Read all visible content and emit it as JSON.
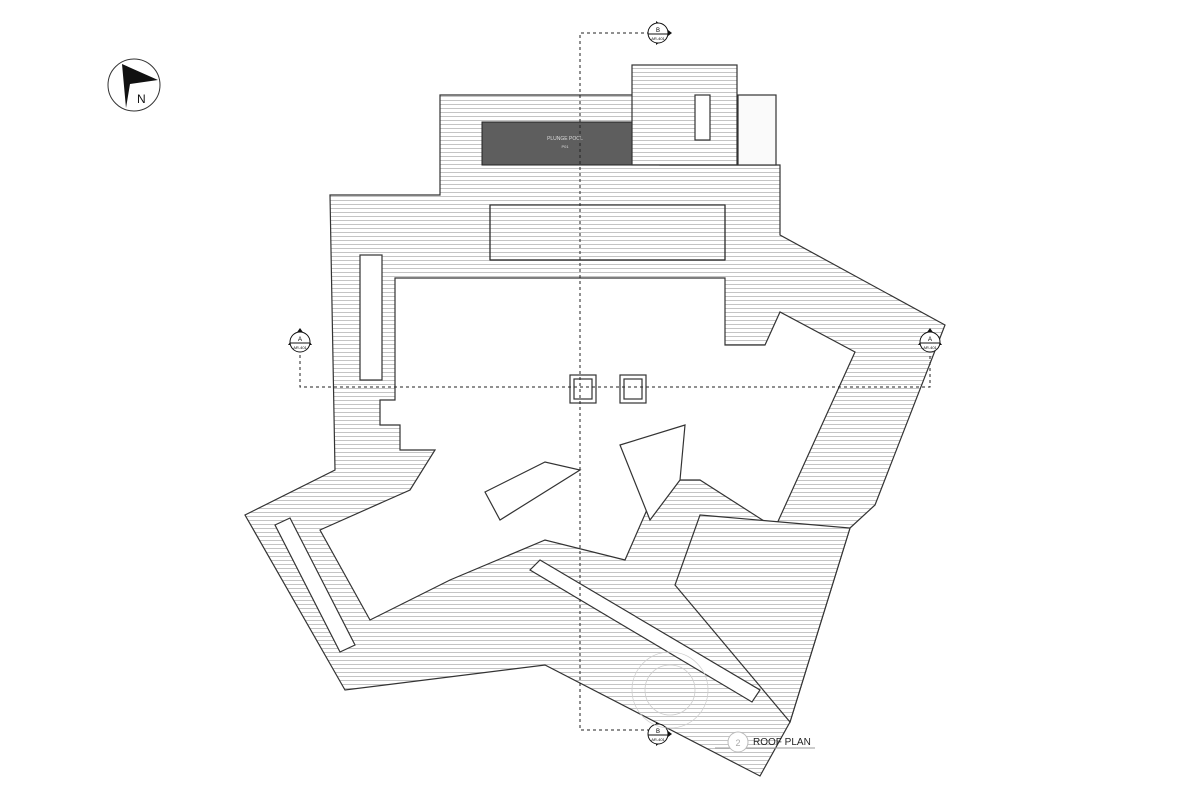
{
  "title": "ROOF PLAN",
  "drawing_number": "2",
  "north_label": "N",
  "pool_label": "PLUNGE POOL",
  "pool_tag": "P01",
  "sections": [
    {
      "id": "A",
      "sheet": "AR-401"
    },
    {
      "id": "B",
      "sheet": "AR-401"
    }
  ],
  "colors": {
    "line": "#222222",
    "hatch": "#b5b5b5",
    "pool": "#5e5e5e"
  }
}
